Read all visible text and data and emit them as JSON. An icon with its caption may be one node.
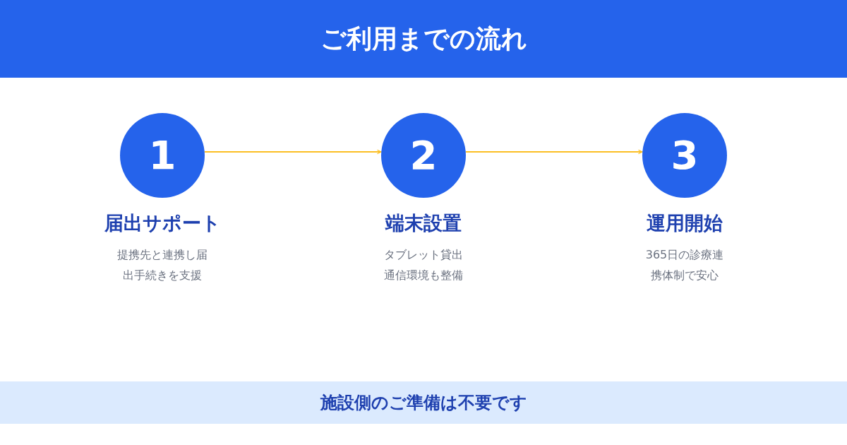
{
  "diagram": {
    "title": "ご利用までの流れ",
    "nodes": [
      {
        "text": [
          "1",
          "届出サポート",
          "提携先と連携し届出手続きを支援"
        ]
      },
      {
        "text": [
          "2",
          "端末設置",
          "タブレット貸出通信環境も整備"
        ]
      },
      {
        "text": [
          "3",
          "運用開始",
          "365日の診療連携体制で安心"
        ]
      },
      {
        "text": [
          "施設側のご準備は不要です"
        ]
      }
    ],
    "edges": [
      {
        "from": 0,
        "to": 1,
        "arrow": "to",
        "color": "#fbbf24"
      },
      {
        "from": 1,
        "to": 2,
        "arrow": "to",
        "color": "#fbbf24"
      }
    ]
  }
}
